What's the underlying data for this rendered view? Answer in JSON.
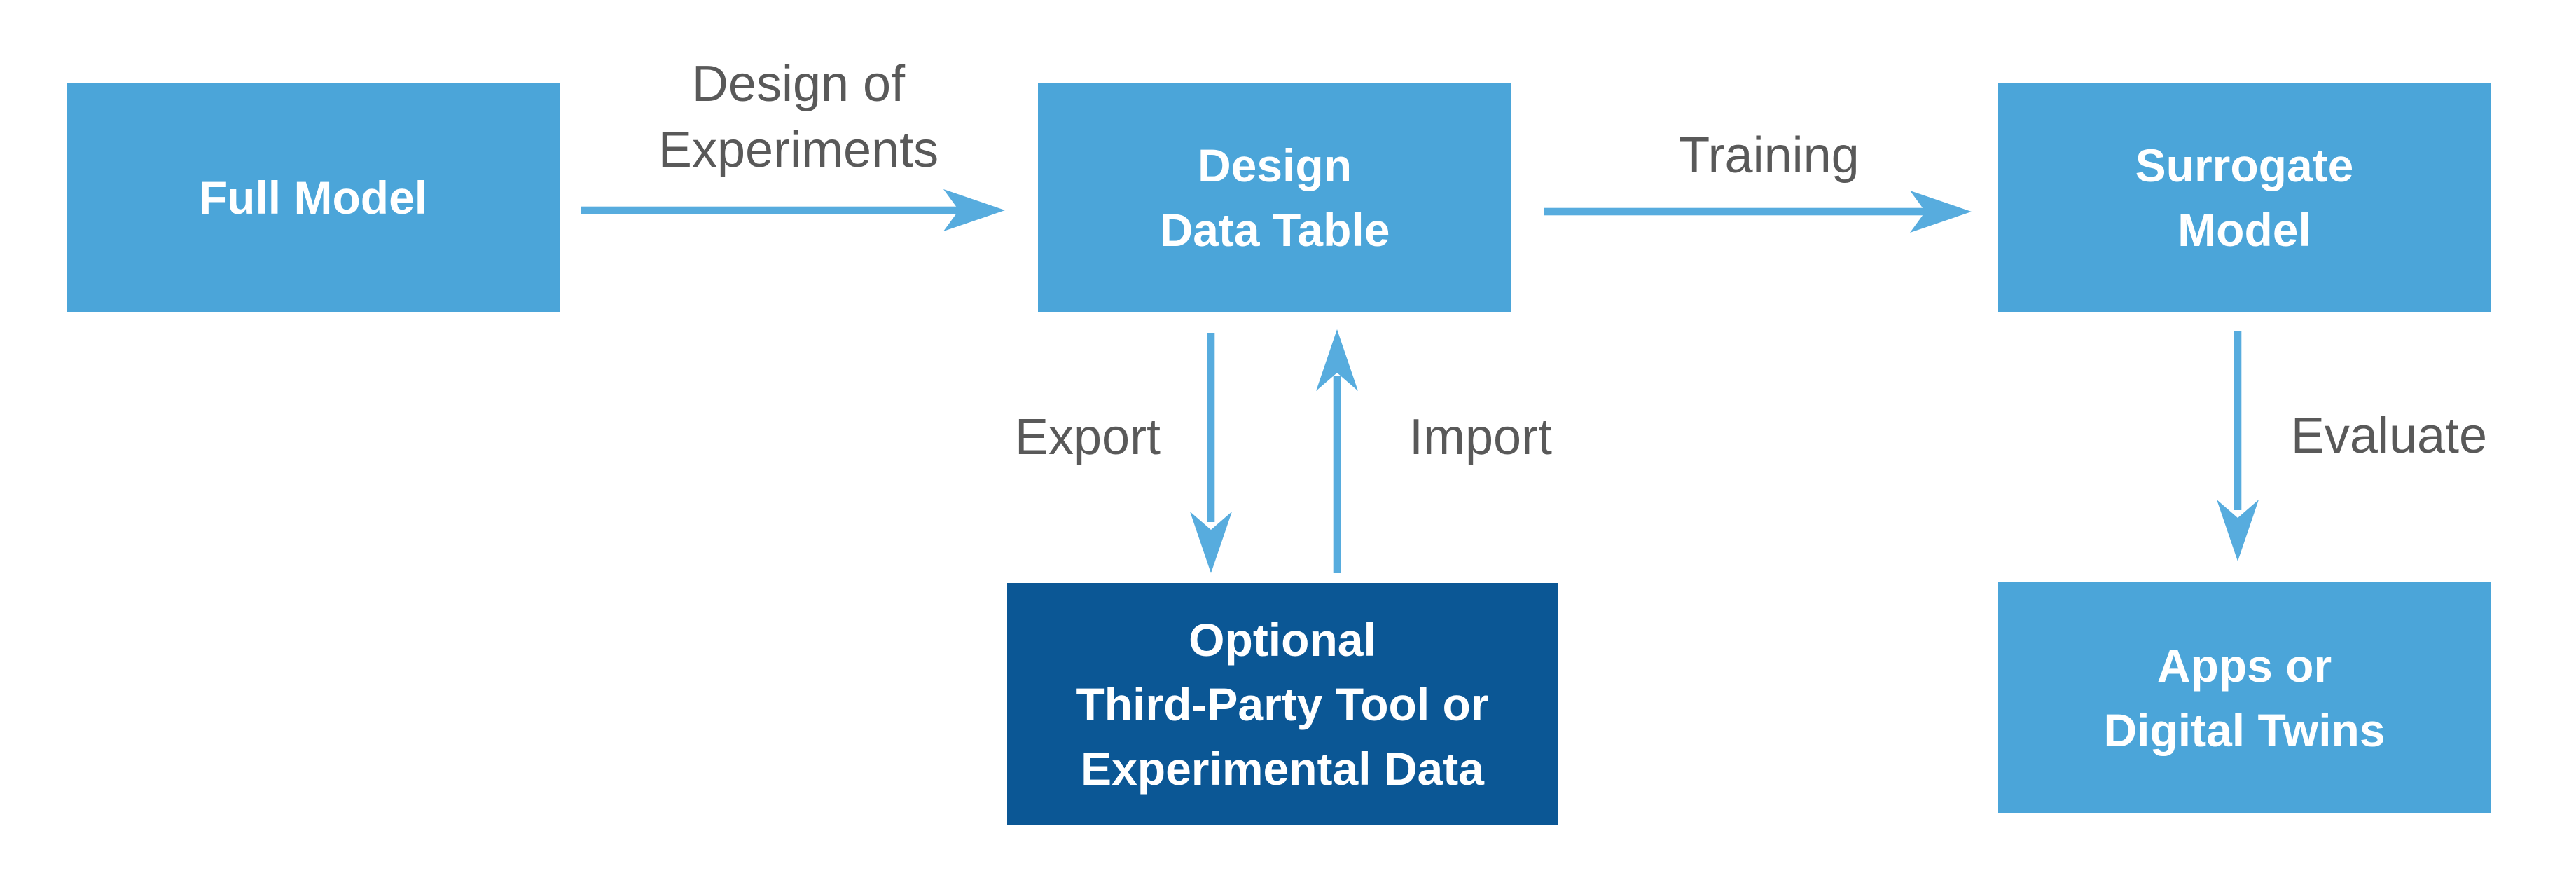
{
  "diagram": {
    "background": "#FFFFFF",
    "colors": {
      "node_fill_light": "#4BA5D9",
      "node_fill_dark": "#0B5795",
      "node_text": "#FFFFFF",
      "arrow": "#57ACDE",
      "edge_label_text": "#595959"
    },
    "nodes": {
      "full_model": {
        "label": "Full Model"
      },
      "design_data_table": {
        "line1": "Design",
        "line2": "Data Table"
      },
      "surrogate_model": {
        "line1": "Surrogate",
        "line2": "Model"
      },
      "third_party_tool": {
        "line1": "Optional",
        "line2": "Third-Party Tool or",
        "line3": "Experimental Data"
      },
      "apps_digital_twins": {
        "line1": "Apps or",
        "line2": "Digital Twins"
      }
    },
    "edges": {
      "design_of_experiments": {
        "line1": "Design of",
        "line2": "Experiments"
      },
      "training": {
        "label": "Training"
      },
      "export": {
        "label": "Export"
      },
      "import": {
        "label": "Import"
      },
      "evaluate": {
        "label": "Evaluate"
      }
    }
  }
}
